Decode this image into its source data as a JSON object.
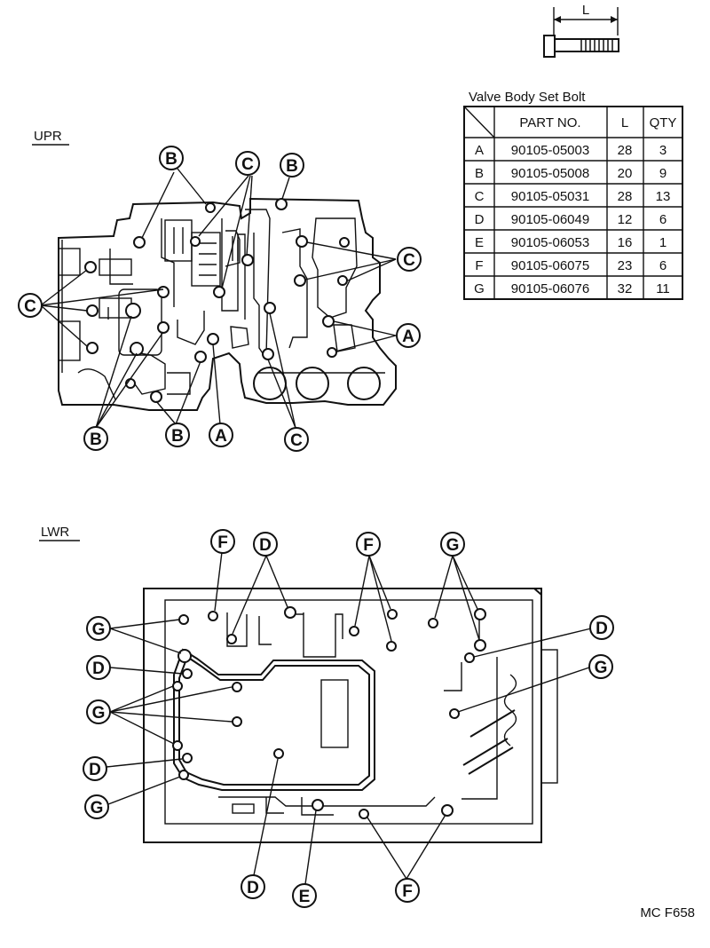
{
  "bolt_icon": {
    "dimension_label": "L",
    "icon": "bolt-icon"
  },
  "table": {
    "title": "Valve Body Set Bolt",
    "headers": {
      "part_no": "PART NO.",
      "length": "L",
      "qty": "QTY"
    },
    "rows": [
      {
        "id": "A",
        "part_no": "90105-05003",
        "length": "28",
        "qty": "3"
      },
      {
        "id": "B",
        "part_no": "90105-05008",
        "length": "20",
        "qty": "9"
      },
      {
        "id": "C",
        "part_no": "90105-05031",
        "length": "28",
        "qty": "13"
      },
      {
        "id": "D",
        "part_no": "90105-06049",
        "length": "12",
        "qty": "6"
      },
      {
        "id": "E",
        "part_no": "90105-06053",
        "length": "16",
        "qty": "1"
      },
      {
        "id": "F",
        "part_no": "90105-06075",
        "length": "23",
        "qty": "6"
      },
      {
        "id": "G",
        "part_no": "90105-06076",
        "length": "32",
        "qty": "11"
      }
    ]
  },
  "upper": {
    "label": "UPR",
    "callouts": {
      "b1": "B",
      "c1": "C",
      "b2": "B",
      "c_left": "C",
      "c_right": "C",
      "a_right": "A",
      "b3": "B",
      "b4": "B",
      "a_bottom": "A",
      "c_bottom": "C"
    }
  },
  "lower": {
    "label": "LWR",
    "callouts": {
      "f_top1": "F",
      "d_top": "D",
      "f_top2": "F",
      "g_top": "G",
      "g_l1": "G",
      "d_l1": "D",
      "d_right": "D",
      "g_right": "G",
      "g_l2": "G",
      "d_l2": "D",
      "g_l3": "G",
      "d_bottom": "D",
      "e_bottom": "E",
      "f_bottom": "F"
    }
  },
  "figure_code": "MC F658"
}
